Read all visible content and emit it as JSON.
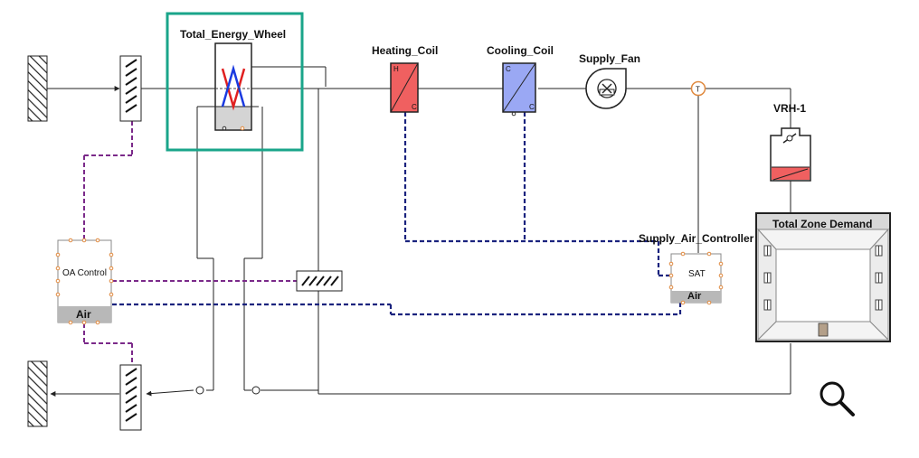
{
  "components": {
    "energy_wheel": {
      "label": "Total_Energy_Wheel"
    },
    "heating_coil": {
      "label": "Heating_Coil",
      "port_h": "H",
      "port_c": "C"
    },
    "cooling_coil": {
      "label": "Cooling_Coil",
      "port_c1": "C",
      "port_c2": "C"
    },
    "supply_fan": {
      "label": "Supply_Fan"
    },
    "temp_sensor": {
      "label": "T"
    },
    "vrh": {
      "label": "VRH-1"
    },
    "zone": {
      "label": "Total Zone Demand"
    },
    "sac": {
      "label": "Supply_Air_Controller",
      "box_label": "SAT",
      "footer": "Air"
    },
    "oa_control": {
      "label": "OA Control",
      "footer": "Air"
    }
  },
  "colors": {
    "selection": "#1aa58a",
    "heating": "#f06060",
    "cooling": "#9aa8f4",
    "control_purple": "#7b2a8a",
    "control_navy": "#1a237e",
    "hot": "#e02020",
    "cold": "#1a3ae0"
  },
  "icons": [
    "hatched-grille-icon",
    "damper-icon",
    "fan-icon",
    "zoom-icon",
    "window-icon"
  ]
}
